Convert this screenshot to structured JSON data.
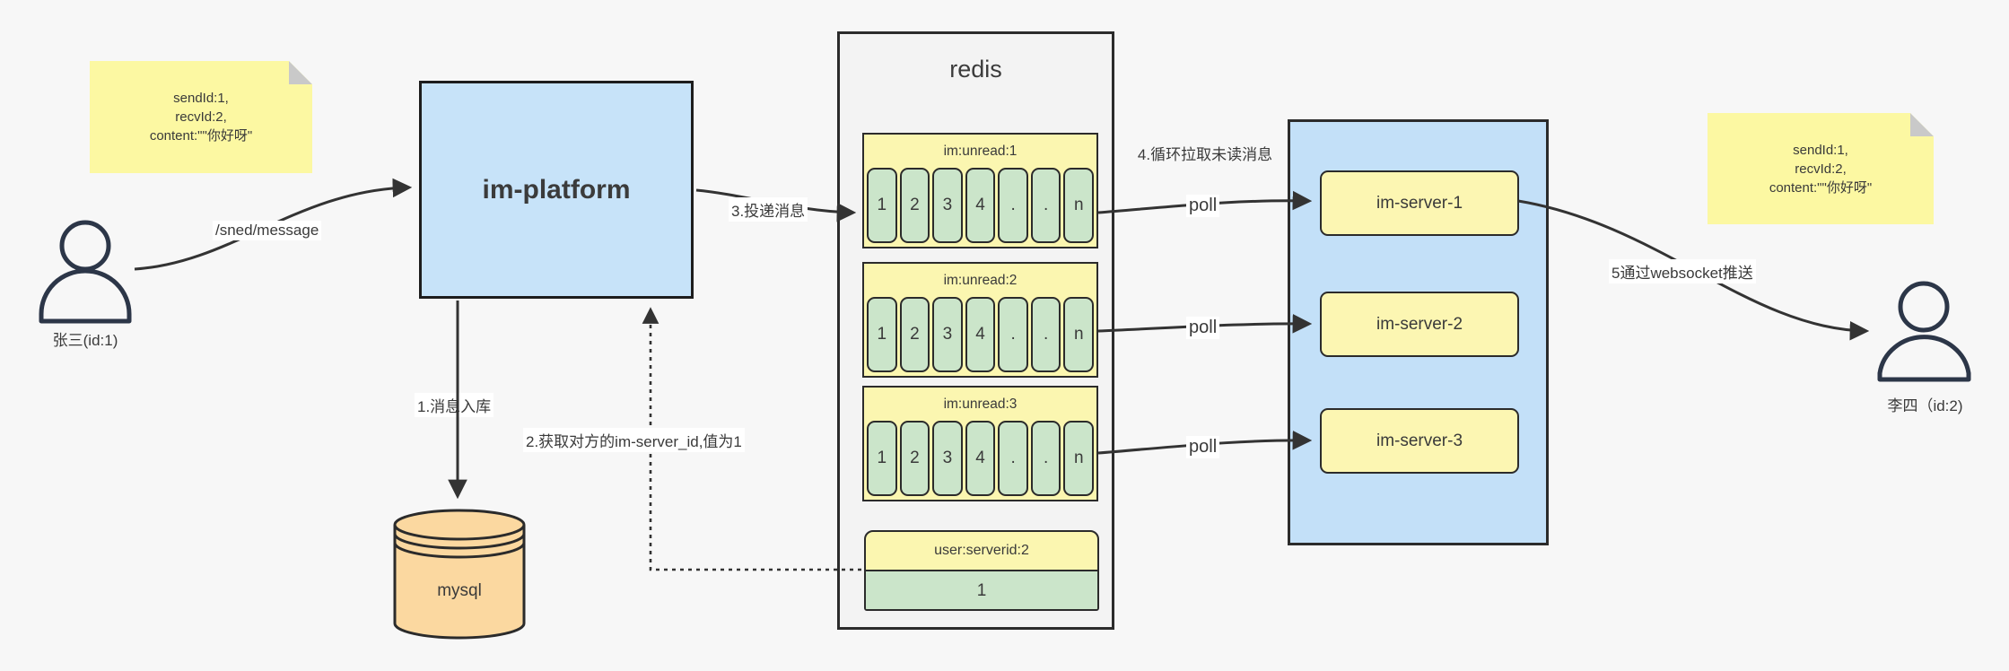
{
  "notes": {
    "left": {
      "lines": [
        "sendId:1,",
        "recvId:2,",
        "content:\"\"你好呀\""
      ]
    },
    "right": {
      "lines": [
        "sendId:1,",
        "recvId:2,",
        "content:\"\"你好呀\""
      ]
    }
  },
  "actors": {
    "sender": {
      "label": "张三(id:1)"
    },
    "receiver": {
      "label": "李四（id:2)"
    }
  },
  "platform": {
    "label": "im-platform"
  },
  "database": {
    "label": "mysql"
  },
  "redis": {
    "title": "redis",
    "queues": [
      {
        "label": "im:unread:1",
        "cells": [
          "1",
          "2",
          "3",
          "4",
          ".",
          ".",
          "n"
        ]
      },
      {
        "label": "im:unread:2",
        "cells": [
          "1",
          "2",
          "3",
          "4",
          ".",
          ".",
          "n"
        ]
      },
      {
        "label": "im:unread:3",
        "cells": [
          "1",
          "2",
          "3",
          "4",
          ".",
          ".",
          "n"
        ]
      }
    ],
    "mapping": {
      "label": "user:serverid:2",
      "value": "1"
    }
  },
  "servers": {
    "items": [
      {
        "label": "im-server-1"
      },
      {
        "label": "im-server-2"
      },
      {
        "label": "im-server-3"
      }
    ]
  },
  "flow_labels": {
    "send": "/sned/message",
    "step1": "1.消息入库",
    "step2": "2.获取对方的im-server_id,值为1",
    "step3": "3.投递消息",
    "step4": "4.循环拉取未读消息",
    "poll": "poll",
    "step5": "5通过websocket推送"
  },
  "colors": {
    "background": "#f7f7f7",
    "note": "#fcf8a2",
    "platform_blue": "#c7e3f9",
    "servers_blue": "#c3e0f8",
    "queue_yellow": "#fbf6b0",
    "cell_green": "#cbe5ca",
    "mysql_orange": "#fbd8a0",
    "line": "#333333"
  }
}
